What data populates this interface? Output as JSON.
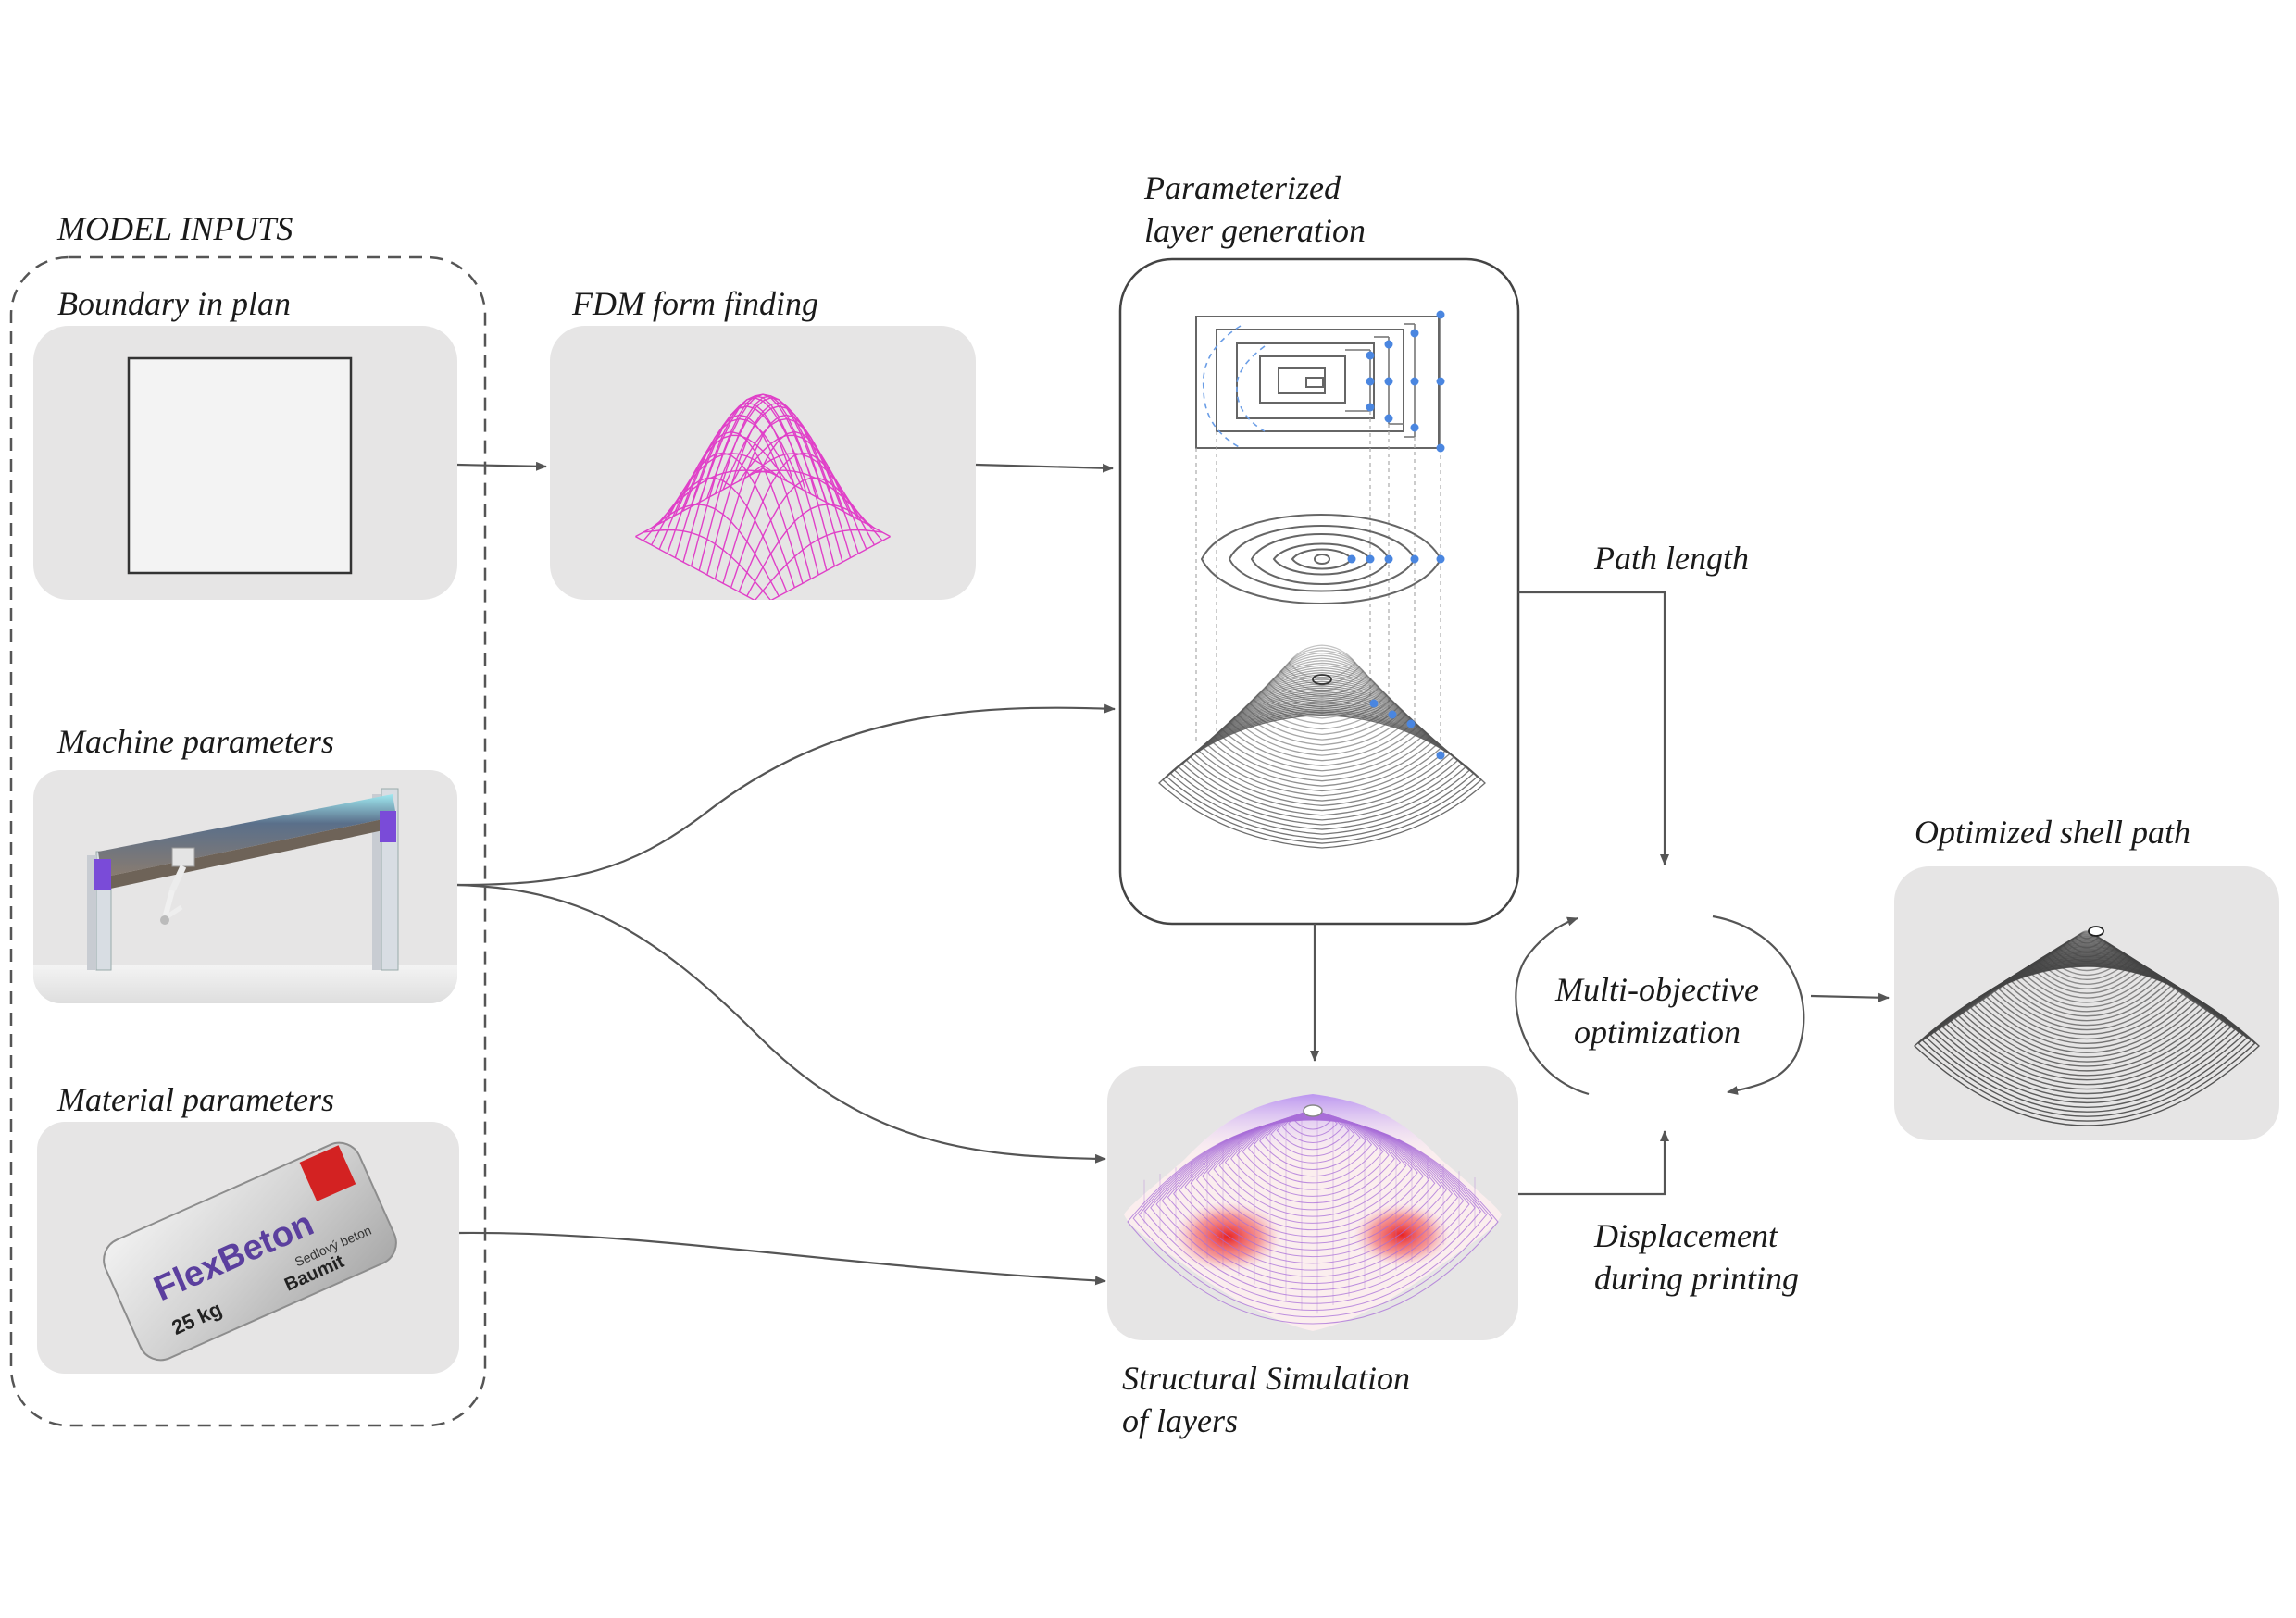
{
  "labels": {
    "model_inputs": "MODEL INPUTS",
    "boundary": "Boundary in plan",
    "fdm": "FDM form finding",
    "param_line1": "Parameterized",
    "param_line2": "layer generation",
    "machine": "Machine parameters",
    "material": "Material parameters",
    "path_length": "Path length",
    "optimized": "Optimized shell path",
    "multi_line1": "Multi-objective",
    "multi_line2": "optimization",
    "displacement_line1": "Displacement",
    "displacement_line2": "during printing",
    "structural_line1": "Structural Simulation",
    "structural_line2": "of layers"
  },
  "bag_text": {
    "brand": "FlexBeton",
    "weight": "25 kg",
    "maker": "Baumit",
    "side": "Sedlový beton"
  },
  "colors": {
    "panel": "#e6e5e5",
    "mesh": "#e040c8",
    "arrow": "#555555",
    "node": "#4a86e0",
    "stress": "#e81818",
    "top_tint": "#b48cf0"
  }
}
